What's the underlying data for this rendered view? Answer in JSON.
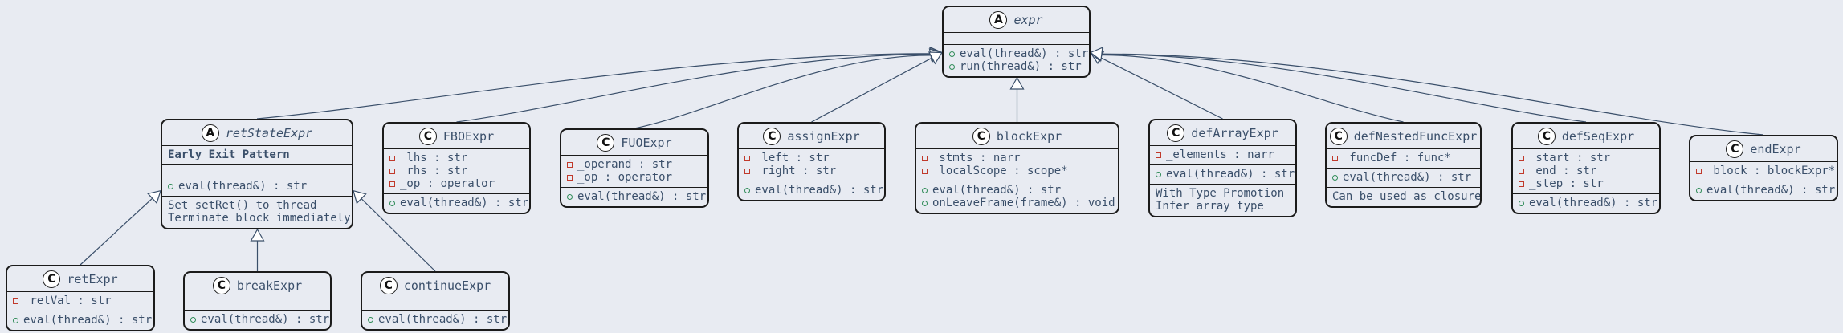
{
  "diagram": {
    "classes": [
      {
        "id": "expr",
        "name": "expr",
        "abstract": true,
        "badge": "A",
        "fields": [],
        "methods": [
          {
            "vis": "public",
            "text": "eval(thread&) : str"
          },
          {
            "vis": "public",
            "text": "run(thread&) : str"
          }
        ],
        "notes": []
      },
      {
        "id": "retStateExpr",
        "name": "retStateExpr",
        "abstract": true,
        "badge": "A",
        "stereotype": "Early Exit Pattern",
        "fields": [],
        "methods": [
          {
            "vis": "public",
            "text": "eval(thread&) : str"
          }
        ],
        "notes": [
          "Set setRet() to thread",
          "Terminate block immediately"
        ]
      },
      {
        "id": "FBOExpr",
        "name": "FBOExpr",
        "abstract": false,
        "badge": "C",
        "fields": [
          {
            "vis": "private",
            "text": "_lhs : str"
          },
          {
            "vis": "private",
            "text": "_rhs : str"
          },
          {
            "vis": "private",
            "text": "_op : operator"
          }
        ],
        "methods": [
          {
            "vis": "public",
            "text": "eval(thread&) : str"
          }
        ],
        "notes": []
      },
      {
        "id": "FUOExpr",
        "name": "FUOExpr",
        "abstract": false,
        "badge": "C",
        "fields": [
          {
            "vis": "private",
            "text": "_operand : str"
          },
          {
            "vis": "private",
            "text": "_op : operator"
          }
        ],
        "methods": [
          {
            "vis": "public",
            "text": "eval(thread&) : str"
          }
        ],
        "notes": []
      },
      {
        "id": "assignExpr",
        "name": "assignExpr",
        "abstract": false,
        "badge": "C",
        "fields": [
          {
            "vis": "private",
            "text": "_left : str"
          },
          {
            "vis": "private",
            "text": "_right : str"
          }
        ],
        "methods": [
          {
            "vis": "public",
            "text": "eval(thread&) : str"
          }
        ],
        "notes": []
      },
      {
        "id": "blockExpr",
        "name": "blockExpr",
        "abstract": false,
        "badge": "C",
        "fields": [
          {
            "vis": "private",
            "text": "_stmts : narr"
          },
          {
            "vis": "private",
            "text": "_localScope : scope*"
          }
        ],
        "methods": [
          {
            "vis": "public",
            "text": "eval(thread&) : str"
          },
          {
            "vis": "public",
            "text": "onLeaveFrame(frame&) : void"
          }
        ],
        "notes": []
      },
      {
        "id": "defArrayExpr",
        "name": "defArrayExpr",
        "abstract": false,
        "badge": "C",
        "fields": [
          {
            "vis": "private",
            "text": "_elements : narr"
          }
        ],
        "methods": [
          {
            "vis": "public",
            "text": "eval(thread&) : str"
          }
        ],
        "notes": [
          "With Type Promotion",
          "Infer array type"
        ]
      },
      {
        "id": "defNestedFuncExpr",
        "name": "defNestedFuncExpr",
        "abstract": false,
        "badge": "C",
        "fields": [
          {
            "vis": "private",
            "text": "_funcDef : func*"
          }
        ],
        "methods": [
          {
            "vis": "public",
            "text": "eval(thread&) : str"
          }
        ],
        "notes": [
          "Can be used as closure"
        ]
      },
      {
        "id": "defSeqExpr",
        "name": "defSeqExpr",
        "abstract": false,
        "badge": "C",
        "fields": [
          {
            "vis": "private",
            "text": "_start : str"
          },
          {
            "vis": "private",
            "text": "_end : str"
          },
          {
            "vis": "private",
            "text": "_step : str"
          }
        ],
        "methods": [
          {
            "vis": "public",
            "text": "eval(thread&) : str"
          }
        ],
        "notes": []
      },
      {
        "id": "endExpr",
        "name": "endExpr",
        "abstract": false,
        "badge": "C",
        "fields": [
          {
            "vis": "private",
            "text": "_block : blockExpr*"
          }
        ],
        "methods": [
          {
            "vis": "public",
            "text": "eval(thread&) : str"
          }
        ],
        "notes": []
      },
      {
        "id": "retExpr",
        "name": "retExpr",
        "abstract": false,
        "badge": "C",
        "fields": [
          {
            "vis": "private",
            "text": "_retVal : str"
          }
        ],
        "methods": [
          {
            "vis": "public",
            "text": "eval(thread&) : str"
          }
        ],
        "notes": []
      },
      {
        "id": "breakExpr",
        "name": "breakExpr",
        "abstract": false,
        "badge": "C",
        "fields": [],
        "methods": [
          {
            "vis": "public",
            "text": "eval(thread&) : str"
          }
        ],
        "notes": []
      },
      {
        "id": "continueExpr",
        "name": "continueExpr",
        "abstract": false,
        "badge": "C",
        "fields": [],
        "methods": [
          {
            "vis": "public",
            "text": "eval(thread&) : str"
          }
        ],
        "notes": []
      }
    ],
    "inheritance": [
      {
        "child": "retStateExpr",
        "parent": "expr"
      },
      {
        "child": "FBOExpr",
        "parent": "expr"
      },
      {
        "child": "FUOExpr",
        "parent": "expr"
      },
      {
        "child": "assignExpr",
        "parent": "expr"
      },
      {
        "child": "blockExpr",
        "parent": "expr"
      },
      {
        "child": "defArrayExpr",
        "parent": "expr"
      },
      {
        "child": "defNestedFuncExpr",
        "parent": "expr"
      },
      {
        "child": "defSeqExpr",
        "parent": "expr"
      },
      {
        "child": "endExpr",
        "parent": "expr"
      },
      {
        "child": "retExpr",
        "parent": "retStateExpr"
      },
      {
        "child": "breakExpr",
        "parent": "retStateExpr"
      },
      {
        "child": "continueExpr",
        "parent": "retStateExpr"
      }
    ],
    "colors": {
      "background": "#e8ebf2",
      "border": "#1b1b1b",
      "text": "#3a4f6a",
      "private_marker": "#c0392b",
      "public_marker": "#2e8b57",
      "edge": "#3a4f6a"
    }
  }
}
